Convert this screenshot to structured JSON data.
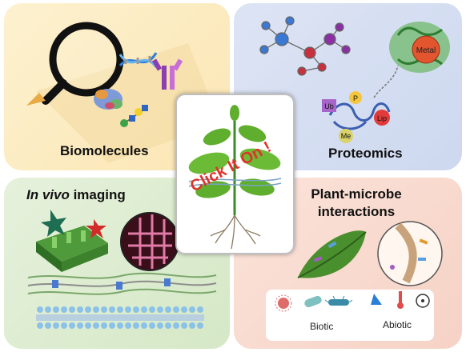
{
  "panels": {
    "biomolecules": {
      "title": "Biomolecules"
    },
    "proteomics": {
      "title": "Proteomics",
      "tags": {
        "ub": "Ub",
        "p": "P",
        "lip": "Lip",
        "me": "Me",
        "metal": "Metal"
      }
    },
    "in_vivo": {
      "title_italic": "In vivo",
      "title_rest": " imaging"
    },
    "plant_microbe": {
      "title_line1": "Plant-microbe",
      "title_line2": "interactions",
      "biotic": "Biotic",
      "abiotic": "Abiotic"
    }
  },
  "center": {
    "cta": "Click It On !"
  },
  "colors": {
    "bio_bg": "#fbe6b4",
    "prot_bg": "#cdd8ef",
    "vivo_bg": "#d5e8c6",
    "plant_bg": "#f6d2c5",
    "cta": "#e0322b",
    "leaf": "#5fae2e"
  }
}
